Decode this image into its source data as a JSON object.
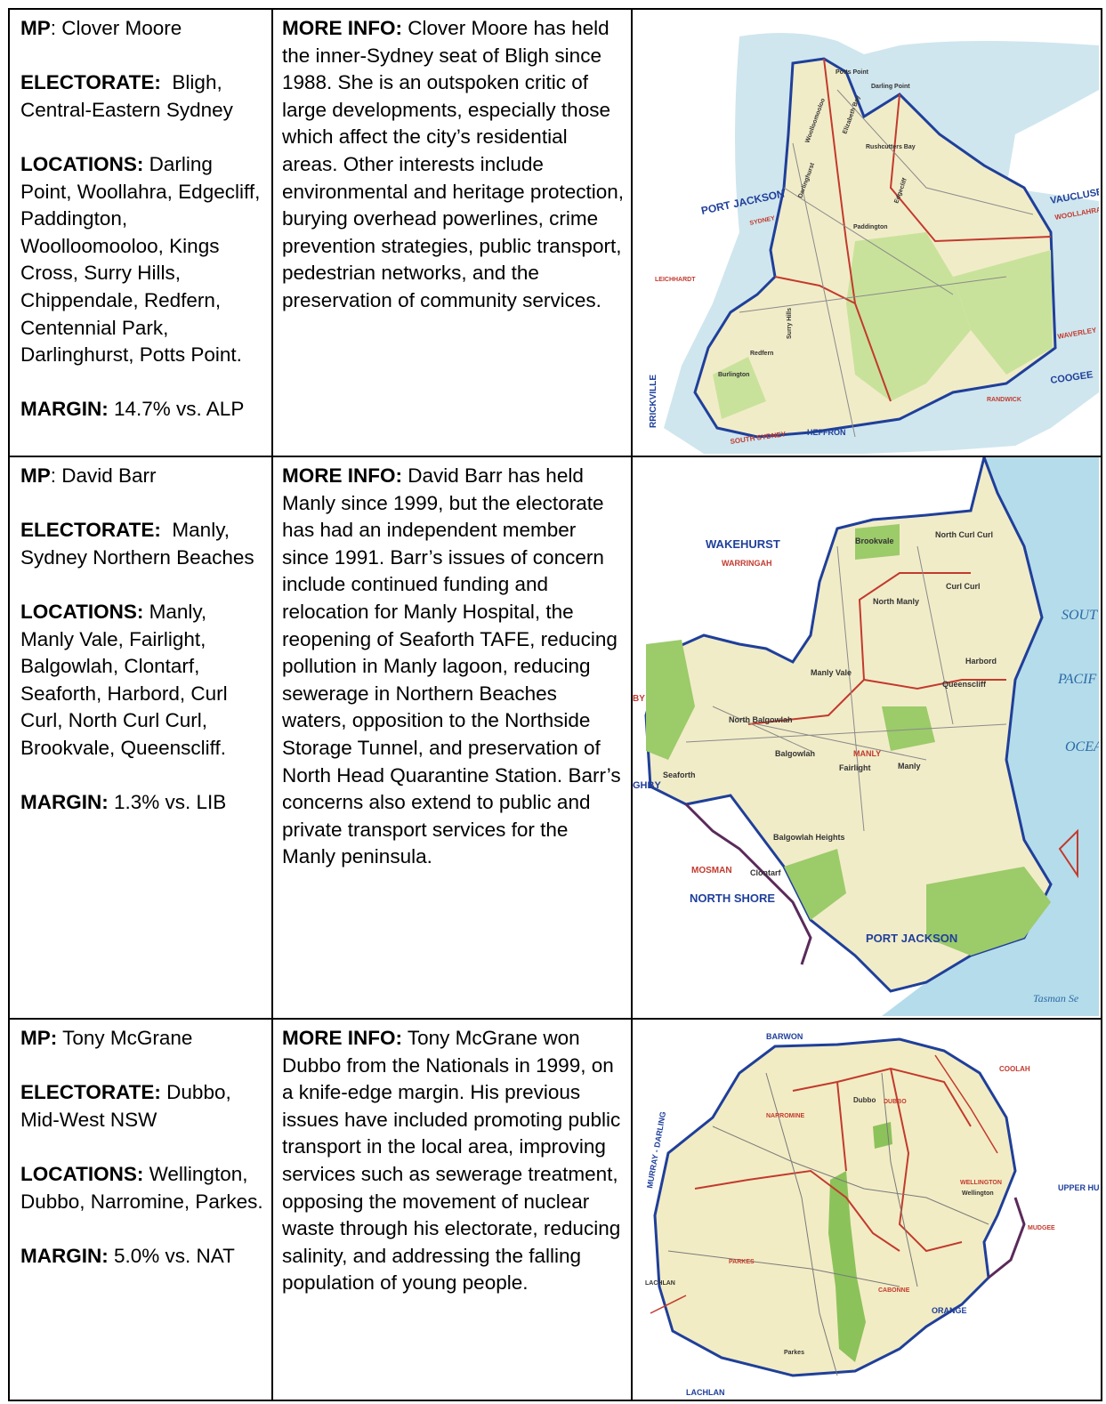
{
  "rows": [
    {
      "mp_label": "MP",
      "mp_name": ": Clover Moore",
      "electorate_label": "ELECTORATE:",
      "electorate_value": "  Bligh, Central-Eastern Sydney",
      "locations_label": "LOCATIONS:",
      "locations_value": " Darling Point, Woollahra, Edgecliff, Paddington, Woolloomooloo, Kings Cross, Surry Hills, Chippendale, Redfern, Centennial Park, Darlinghurst, Potts Point.",
      "margin_label": "MARGIN:",
      "margin_value": " 14.7% vs. ALP",
      "info_label": "MORE INFO:",
      "info_text": " Clover Moore has held the inner-Sydney seat of Bligh since 1988. She is an outspoken critic of large developments, especially those which affect the city’s residential areas. Other interests include environmental and heritage protection, burying overhead powerlines, crime prevention strategies, public transport, pedestrian networks, and the preservation of community services.",
      "map": {
        "labels": [
          "PORT JACKSON",
          "VAUCLUSE",
          "WOOLLAHRA",
          "COOGEE",
          "WAVERLEY",
          "SOUTH SYDNEY",
          "HEFFRON",
          "RRICKVILLE",
          "LEICHHARDT",
          "SYDNEY",
          "RANDWICK",
          "Potts Point",
          "Darling Point",
          "Elizabeth Bay",
          "Woolloomooloo",
          "Rushcutters Bay",
          "Darlinghurst",
          "Edgecliff",
          "Paddington",
          "Surry Hills",
          "Redfern",
          "Burlington"
        ],
        "colors": {
          "water": "#cfe6ee",
          "land": "#f1ecc8",
          "park": "#c9e29b",
          "boundary": "#1f3f9a",
          "council": "#c23a2e"
        }
      }
    },
    {
      "mp_label": "MP",
      "mp_name": ": David Barr",
      "electorate_label": "ELECTORATE:",
      "electorate_value": "  Manly, Sydney Northern Beaches",
      "locations_label": "LOCATIONS:",
      "locations_value": " Manly, Manly Vale, Fairlight, Balgowlah, Clontarf, Seaforth, Harbord, Curl Curl, North Curl Curl, Brookvale, Queenscliff.",
      "margin_label": "MARGIN:",
      "margin_value": " 1.3% vs. LIB",
      "info_label": "MORE INFO:",
      "info_text": " David Barr has held Manly since 1999, but the electorate has had an independent member since 1991. Barr’s issues of concern include continued funding and relocation for Manly Hospital, the reopening of Seaforth TAFE, reducing pollution in Manly lagoon, reducing sewerage in Northern Beaches waters, opposition to the Northside Storage Tunnel, and preservation of North Head Quarantine Station. Barr’s concerns also extend to public and private transport services for the Manly peninsula.",
      "map": {
        "labels": [
          "WAKEHURST",
          "WARRINGAH",
          "SOUT",
          "PACIF",
          "OCEA",
          "BY",
          "GHBY",
          "MOSMAN",
          "NORTH SHORE",
          "PORT JACKSON",
          "Tasman Se",
          "Brookvale",
          "North Curl Curl",
          "Curl Curl",
          "North Manly",
          "Harbord",
          "Queenscliff",
          "Manly Vale",
          "North Balgowlah",
          "Balgowlah",
          "MANLY",
          "Fairlight",
          "Manly",
          "Seaforth",
          "Balgowlah Heights",
          "Clontarf"
        ],
        "colors": {
          "water": "#b5dcea",
          "land": "#f1ecc8",
          "park": "#9ccb6a",
          "boundary": "#1f3f9a",
          "council": "#c23a2e",
          "border": "#5a2a5a"
        }
      }
    },
    {
      "mp_label": "MP:",
      "mp_name": " Tony McGrane",
      "electorate_label": "ELECTORATE:",
      "electorate_value": " Dubbo, Mid-West NSW",
      "locations_label": "LOCATIONS:",
      "locations_value": " Wellington, Dubbo, Narromine, Parkes.",
      "margin_label": "MARGIN:",
      "margin_value": " 5.0% vs. NAT",
      "info_label": "MORE INFO:",
      "info_text": " Tony McGrane won Dubbo from the Nationals in 1999, on a knife-edge margin. His previous issues have included promoting public transport in the local area, improving services such as sewerage treatment, opposing the movement of nuclear waste through his electorate, reducing salinity, and addressing the falling population of young people.",
      "map": {
        "labels": [
          "BARWON",
          "COOLAH",
          "MURRAY - DARLING",
          "NARROMINE",
          "Dubbo",
          "DUBBO",
          "WELLINGTON",
          "Wellington",
          "UPPER HUNTER",
          "MUDGEE",
          "LACHLAN",
          "PARKES",
          "CABONNE",
          "ORANGE",
          "LACHLAN",
          "Parkes"
        ],
        "colors": {
          "land": "#f2ecc4",
          "park": "#8cc25a",
          "boundary": "#1f3f9a",
          "council": "#c23a2e",
          "border": "#5a2a5a"
        }
      }
    }
  ]
}
